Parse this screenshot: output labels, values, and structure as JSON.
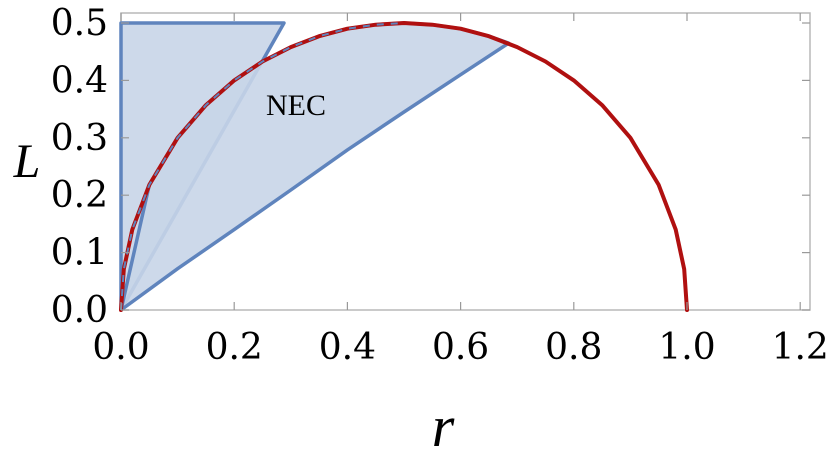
{
  "chart_data": {
    "type": "area",
    "title": "",
    "xlabel": "r",
    "ylabel": "L",
    "xlim": [
      0,
      1.22
    ],
    "ylim": [
      0,
      0.5
    ],
    "xticks": [
      "0.0",
      "0.2",
      "0.4",
      "0.6",
      "0.8",
      "1.0",
      "1.2"
    ],
    "yticks": [
      "0.0",
      "0.1",
      "0.2",
      "0.3",
      "0.4",
      "0.5"
    ],
    "annotation": "NEC",
    "colors": {
      "region_fill": "#c8d5e8",
      "region_stroke": "#5f84bd",
      "curve": "#b01010"
    },
    "regions": [
      {
        "shape": "triangle",
        "points": [
          [
            0.0,
            0.0
          ],
          [
            0.0,
            0.5
          ],
          [
            0.288,
            0.5
          ]
        ]
      },
      {
        "shape": "lens",
        "upper_edge": [
          [
            0.0,
            0.0
          ],
          [
            0.05,
            0.218
          ],
          [
            0.1,
            0.3
          ],
          [
            0.15,
            0.357
          ],
          [
            0.2,
            0.4
          ],
          [
            0.25,
            0.433
          ],
          [
            0.3,
            0.458
          ],
          [
            0.35,
            0.477
          ],
          [
            0.4,
            0.49
          ],
          [
            0.45,
            0.497
          ],
          [
            0.5,
            0.5
          ],
          [
            0.55,
            0.497
          ],
          [
            0.6,
            0.49
          ],
          [
            0.65,
            0.477
          ],
          [
            0.685,
            0.465
          ]
        ],
        "lower_edge": [
          [
            0.0,
            0.0
          ],
          [
            0.1,
            0.072
          ],
          [
            0.2,
            0.14
          ],
          [
            0.3,
            0.209
          ],
          [
            0.4,
            0.279
          ],
          [
            0.5,
            0.345
          ],
          [
            0.6,
            0.41
          ],
          [
            0.685,
            0.465
          ]
        ]
      }
    ],
    "curve": {
      "name": "",
      "x": [
        0.0,
        0.005,
        0.02,
        0.05,
        0.1,
        0.15,
        0.2,
        0.25,
        0.3,
        0.35,
        0.4,
        0.45,
        0.5,
        0.55,
        0.6,
        0.65,
        0.7,
        0.75,
        0.8,
        0.85,
        0.9,
        0.95,
        0.98,
        0.995,
        1.0
      ],
      "y": [
        0.0,
        0.071,
        0.14,
        0.218,
        0.3,
        0.357,
        0.4,
        0.433,
        0.458,
        0.477,
        0.49,
        0.497,
        0.5,
        0.497,
        0.49,
        0.477,
        0.458,
        0.433,
        0.4,
        0.357,
        0.3,
        0.218,
        0.14,
        0.071,
        0.0
      ],
      "dashed_until_x": 0.5
    }
  }
}
